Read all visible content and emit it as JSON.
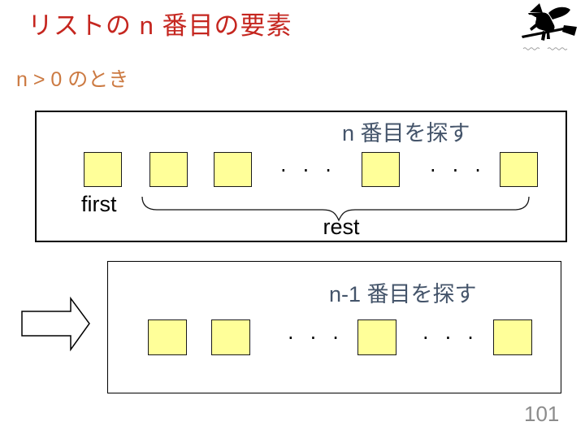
{
  "slide": {
    "title": "リストの n 番目の要素",
    "subtitle": "n > 0 のとき",
    "page_number": "101"
  },
  "colors": {
    "title": "#C5261F",
    "subtitle": "#CC7A42",
    "diagram_caption": "#44546A",
    "square_fill": "#FFFF99",
    "page_number": "#8C8C8C"
  },
  "top_diagram": {
    "caption": "n 番目を探す",
    "first_label": "first",
    "rest_label": "rest",
    "dots_left": "···",
    "dots_right": "···"
  },
  "bottom_diagram": {
    "caption": "n-1 番目を探す",
    "dots_left": "···",
    "dots_right": "···"
  }
}
